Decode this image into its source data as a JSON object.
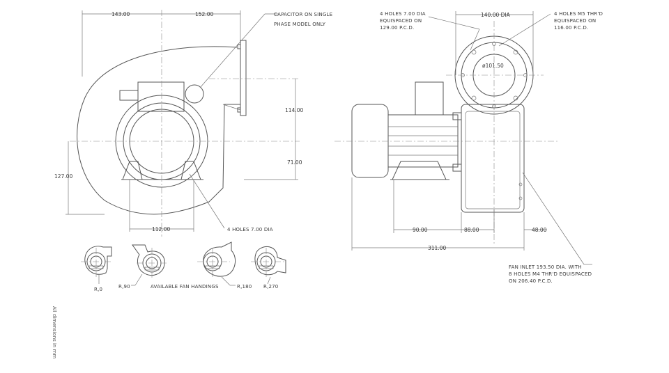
{
  "front_view": {
    "dims": {
      "d143": "143.00",
      "d152": "152.00",
      "d114": "114.00",
      "d71": "71.00",
      "d127": "127.00",
      "d112": "112.00"
    },
    "notes": {
      "capacitor_line1": "CAPACITOR ON SINGLE",
      "capacitor_line2": "PHASE MODEL ONLY",
      "holes": "4 HOLES 7.00 DIA"
    }
  },
  "side_view": {
    "dims": {
      "d140": "140.00 DIA",
      "d90": "90.00",
      "d88": "88.00",
      "d48": "48.00",
      "d311": "311.00",
      "diameter": "ø101.50"
    },
    "notes": {
      "holes7_line1": "4 HOLES 7.00 DIA",
      "holes7_line2": "EQUISPACED ON",
      "holes7_line3": "129.00 P.C.D.",
      "m5_line1": "4 HOLES M5 THR'D",
      "m5_line2": "EQUISPACED ON",
      "m5_line3": "116.00 P.C.D.",
      "inlet_line1": "FAN INLET 193.50 DIA. WITH",
      "inlet_line2": "8 HOLES M4 THR'D EQUISPACED",
      "inlet_line3": "ON 206.40 P.C.D."
    }
  },
  "handings": {
    "r0": "R,0",
    "r90": "R,90",
    "caption": "AVAILABLE FAN HANDINGS",
    "r180": "R,180",
    "r270": "R,270"
  },
  "footer": {
    "units_note": "All dimensions in mm"
  }
}
